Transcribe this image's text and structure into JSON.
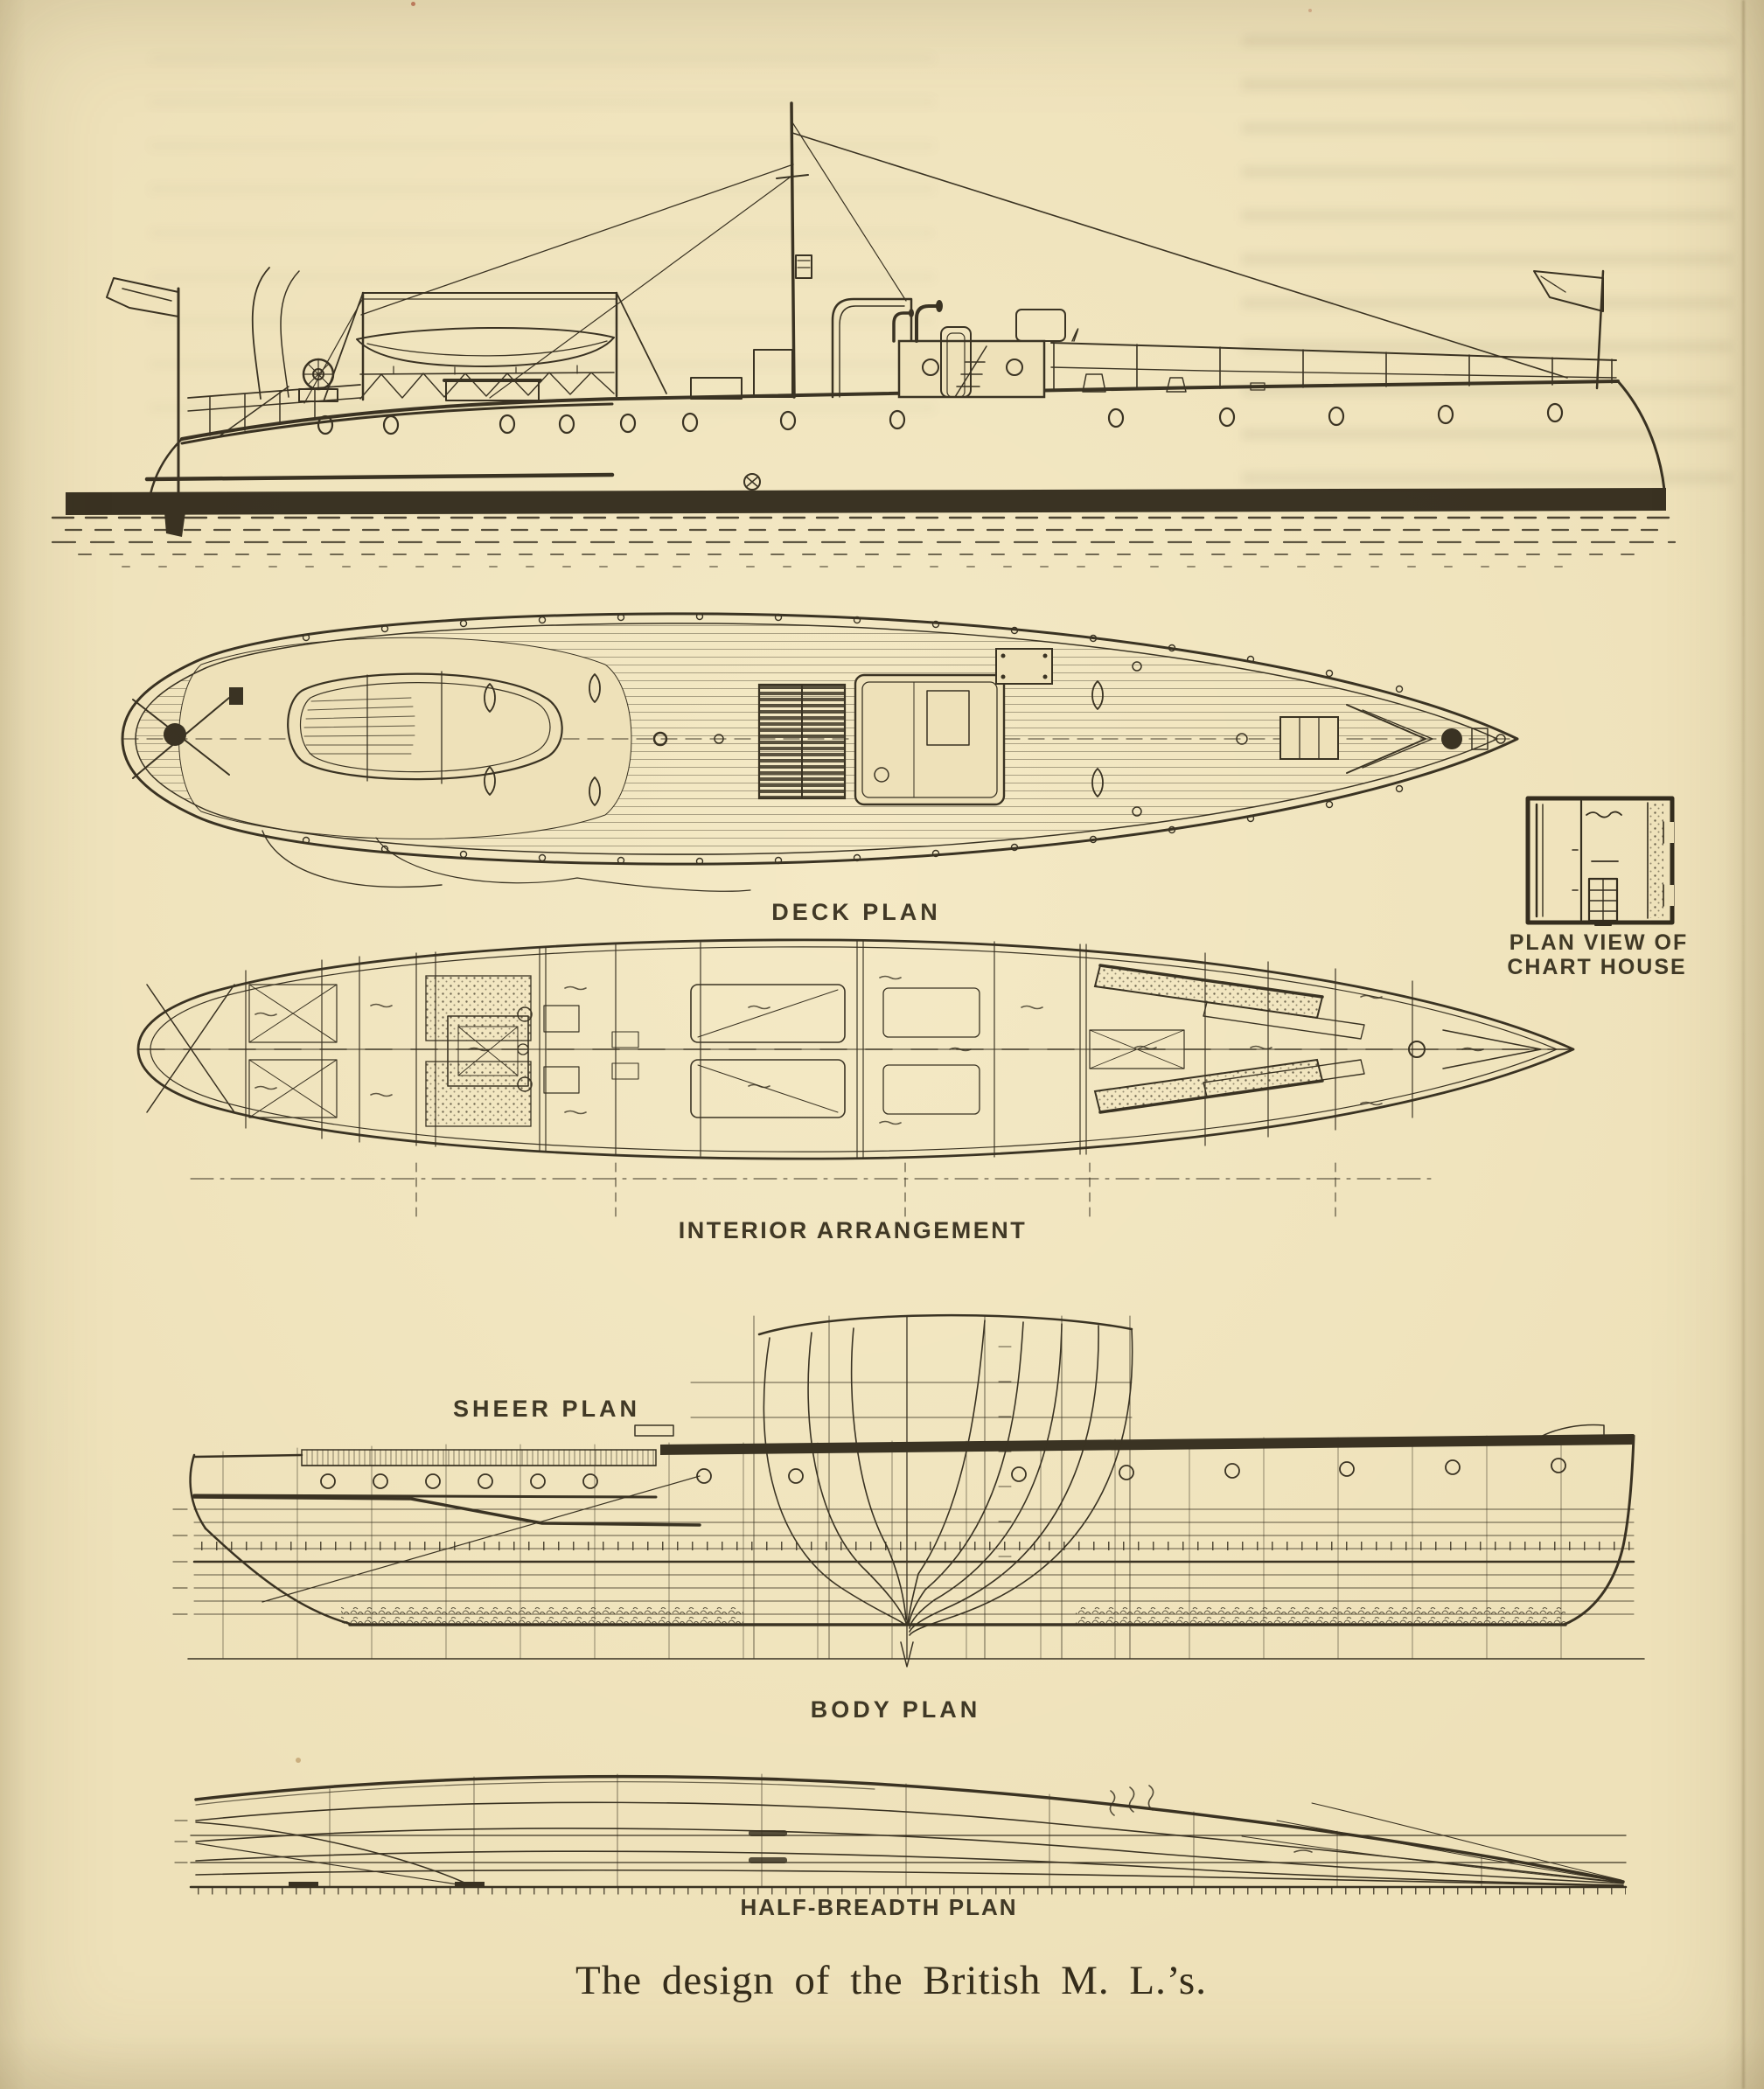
{
  "page": {
    "paper_color": "#eee1b9",
    "ink_color": "#2b2416",
    "caption": "The design of the British M. L.’s."
  },
  "labels": {
    "deck_plan": "DECK PLAN",
    "chart_house_line1": "PLAN VIEW OF",
    "chart_house_line2": "CHART HOUSE",
    "interior_arrangement": "INTERIOR ARRANGEMENT",
    "sheer_plan": "SHEER PLAN",
    "body_plan": "BODY PLAN",
    "half_breadth_plan": "HALF-BREADTH PLAN"
  }
}
